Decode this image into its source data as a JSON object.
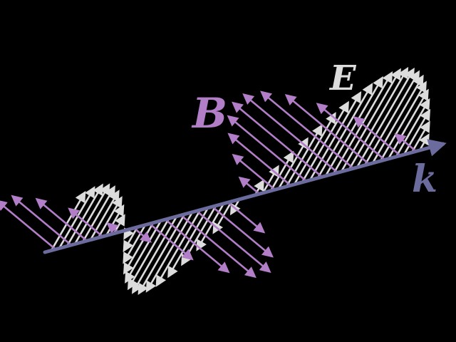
{
  "labels": {
    "magnetic": "B",
    "electric": "E",
    "wavevector": "k"
  },
  "colors": {
    "background": "#000000",
    "electric": "#dcdcdc",
    "magnetic": "#b27ec8",
    "wavevector": "#6b6b9e"
  }
}
